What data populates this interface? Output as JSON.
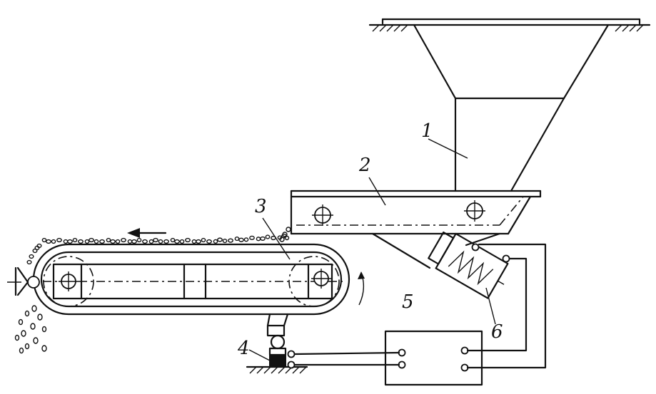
{
  "labels": {
    "hopper": "1",
    "feeder_tray": "2",
    "belt_conveyor": "3",
    "load_sensor": "4",
    "controller": "5",
    "vibrator": "6"
  },
  "colors": {
    "ink": "#111111",
    "paper": "#ffffff"
  },
  "icons": {
    "motion_arrow": "arrow-left-icon",
    "rotation_arrow": "curved-arrow-icon"
  }
}
